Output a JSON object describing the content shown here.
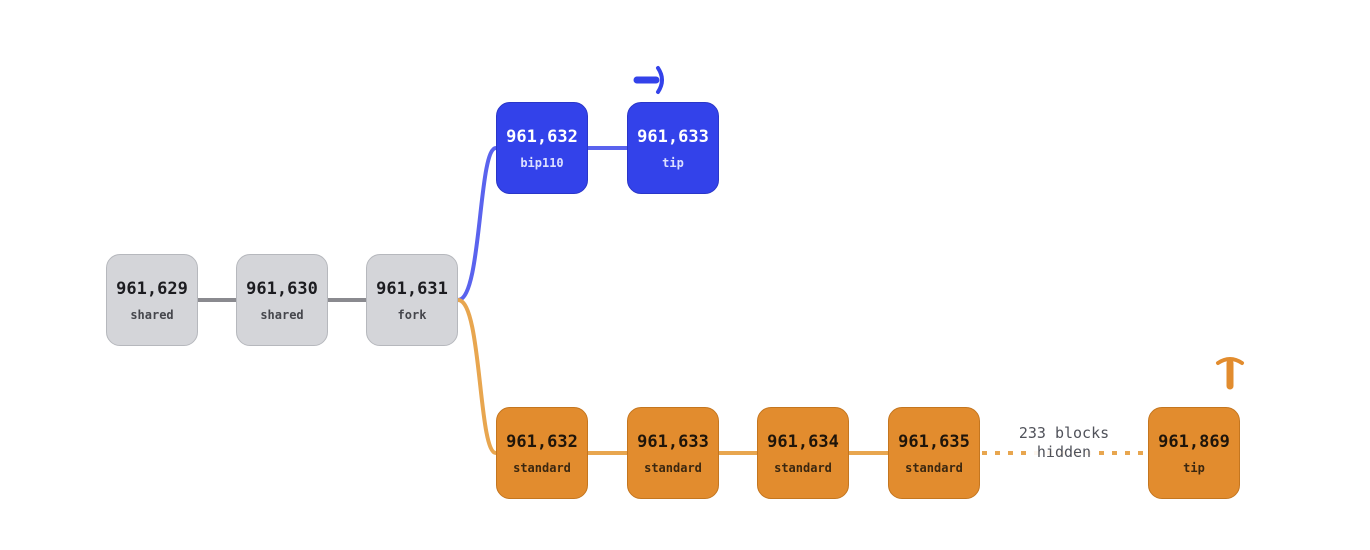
{
  "colors": {
    "shared": "#d4d5d9",
    "bip110": "#3342ea",
    "standard": "#e28c2e",
    "link_shared": "#8a8a8f",
    "link_bip110": "#5a63ee",
    "link_standard": "#e8a64f"
  },
  "shared_chain": [
    {
      "height": "961,629",
      "label": "shared"
    },
    {
      "height": "961,630",
      "label": "shared"
    },
    {
      "height": "961,631",
      "label": "fork"
    }
  ],
  "bip110_chain": [
    {
      "height": "961,632",
      "label": "bip110"
    },
    {
      "height": "961,633",
      "label": "tip"
    }
  ],
  "standard_chain": [
    {
      "height": "961,632",
      "label": "standard"
    },
    {
      "height": "961,633",
      "label": "standard"
    },
    {
      "height": "961,634",
      "label": "standard"
    },
    {
      "height": "961,635",
      "label": "standard"
    },
    {
      "height": "961,869",
      "label": "tip"
    }
  ],
  "hidden_note": {
    "line1": "233 blocks",
    "line2": "hidden"
  },
  "markers": {
    "bip110_tip": "pickaxe-icon",
    "standard_tip": "pickaxe-icon"
  }
}
